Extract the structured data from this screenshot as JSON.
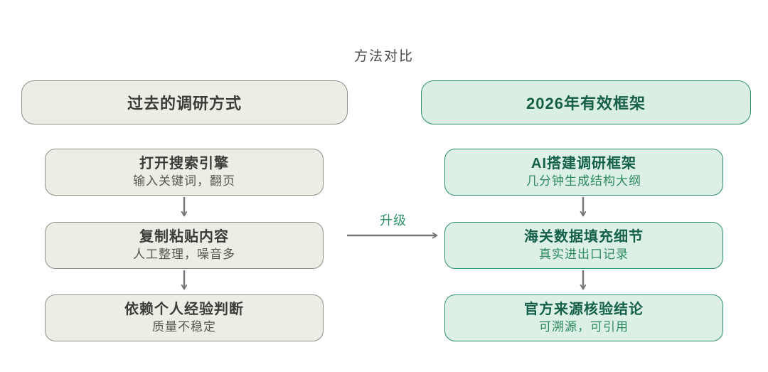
{
  "title": "方法对比",
  "upgrade_label": "升级",
  "old_method": {
    "header": "过去的调研方式",
    "steps": [
      {
        "title": "打开搜索引擎",
        "subtitle": "输入关键词，翻页"
      },
      {
        "title": "复制粘贴内容",
        "subtitle": "人工整理，噪音多"
      },
      {
        "title": "依赖个人经验判断",
        "subtitle": "质量不稳定"
      }
    ]
  },
  "new_method": {
    "header": "2026年有效框架",
    "steps": [
      {
        "title": "AI搭建调研框架",
        "subtitle": "几分钟生成结构大纲"
      },
      {
        "title": "海关数据填充细节",
        "subtitle": "真实进出口记录"
      },
      {
        "title": "官方来源核验结论",
        "subtitle": "可溯源，可引用"
      }
    ]
  },
  "icons": {
    "down_arrow": "arrow-down-icon",
    "right_arrow": "arrow-right-icon"
  },
  "colors": {
    "background": "#ffffff",
    "title_text": "#4b4b4b",
    "old_fill": "#edece5",
    "old_border": "#8f8f88",
    "old_title_text": "#3b3b38",
    "old_subtitle_text": "#57574f",
    "new_fill": "#ddf0e6",
    "new_header_fill": "#d9efe4",
    "new_border": "#2f9168",
    "new_title_text": "#14604a",
    "new_subtitle_text": "#2e8a5f",
    "arrow": "#767676",
    "upgrade_text": "#2f9368"
  }
}
